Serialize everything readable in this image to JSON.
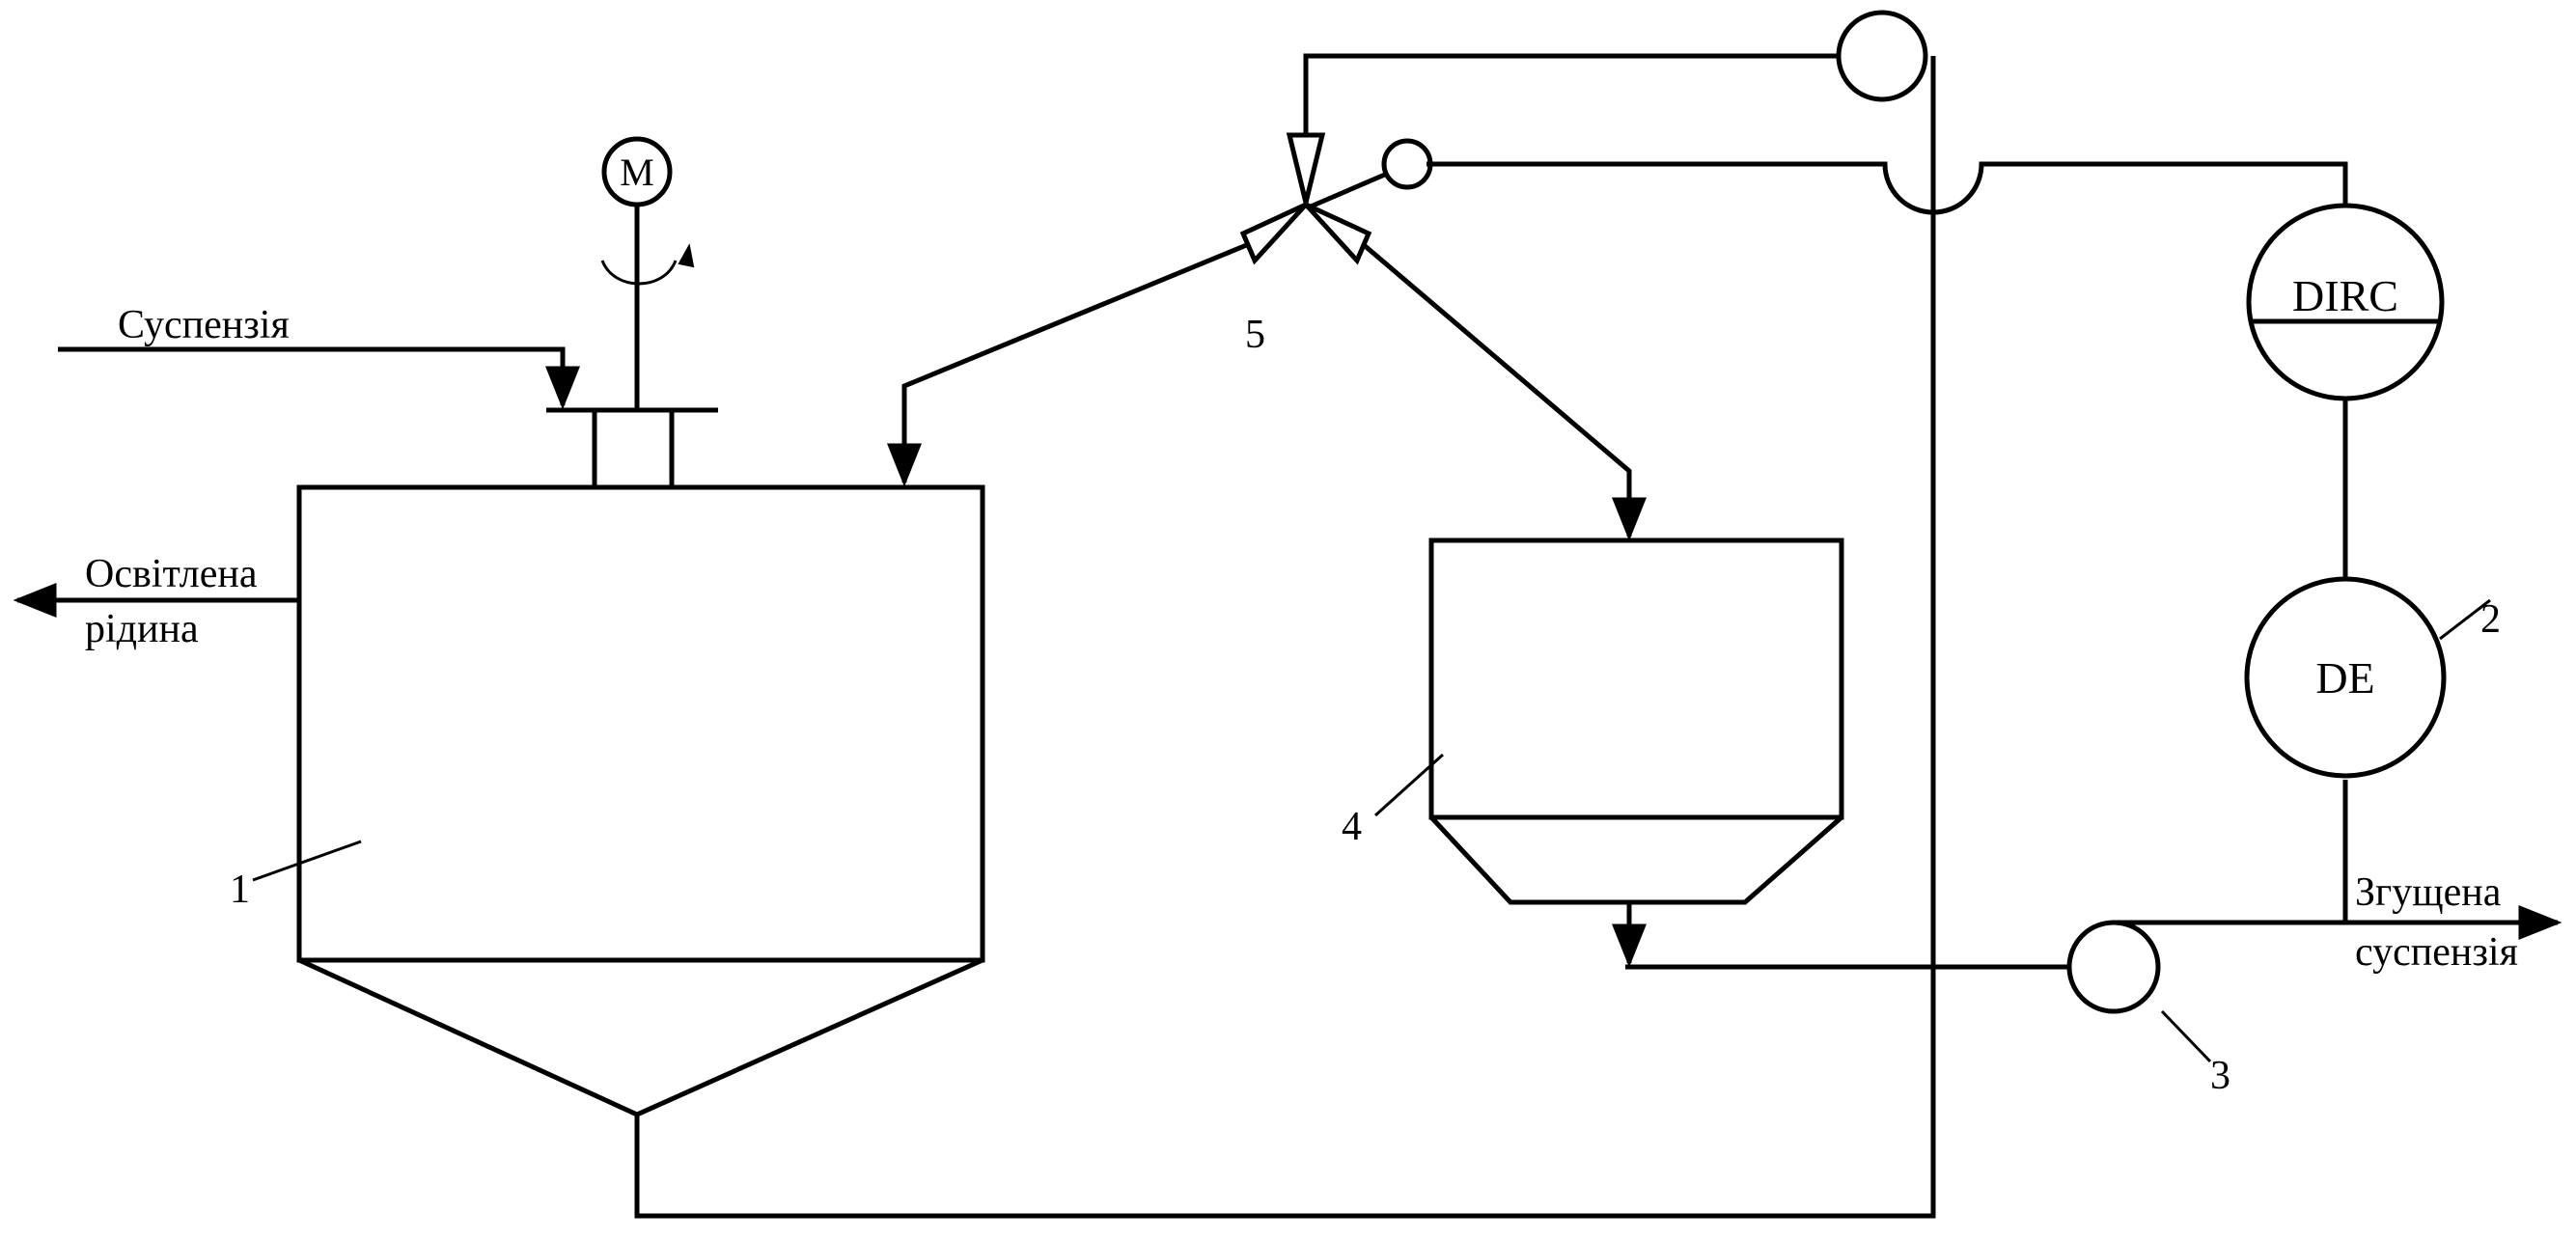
{
  "labels": {
    "feed": "Суспензія",
    "clarified_line1": "Освітлена",
    "clarified_line2": "рідина",
    "thickened_line1": "Згущена",
    "thickened_line2": "суспензія"
  },
  "instruments": {
    "motor": "M",
    "controller": "DIRC",
    "sensor": "DE"
  },
  "callouts": {
    "thickener": "1",
    "density_sensor": "2",
    "pump": "3",
    "tank": "4",
    "valve": "5"
  },
  "colors": {
    "line": "#000000",
    "background": "#ffffff"
  }
}
